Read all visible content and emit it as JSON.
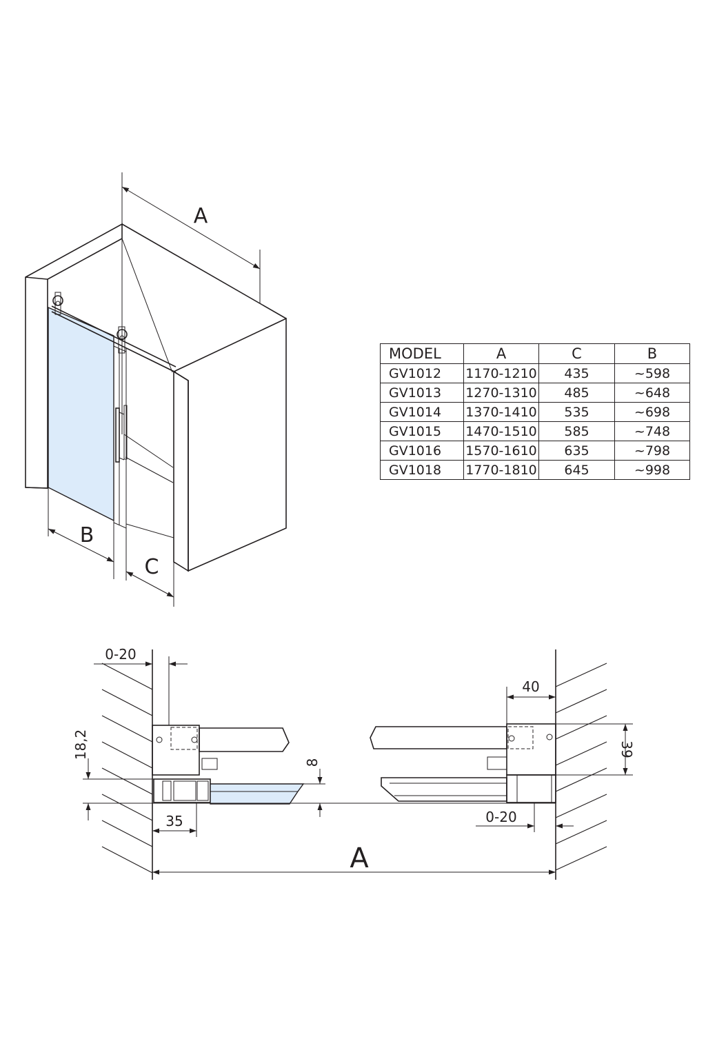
{
  "table": {
    "headers": [
      "MODEL",
      "A",
      "C",
      "B"
    ],
    "rows": [
      [
        "GV1012",
        "1170-1210",
        "435",
        "~598"
      ],
      [
        "GV1013",
        "1270-1310",
        "485",
        "~648"
      ],
      [
        "GV1014",
        "1370-1410",
        "535",
        "~698"
      ],
      [
        "GV1015",
        "1470-1510",
        "585",
        "~748"
      ],
      [
        "GV1016",
        "1570-1610",
        "635",
        "~798"
      ],
      [
        "GV1018",
        "1770-1810",
        "645",
        "~998"
      ]
    ]
  },
  "iso_view": {
    "label_a": "A",
    "label_b": "B",
    "label_c": "C"
  },
  "plan_view": {
    "gap_left": "0-20",
    "height_left": "18,2",
    "depth_35": "35",
    "glass_8": "8",
    "width_40": "40",
    "height_39": "39",
    "gap_right": "0-20",
    "overall": "A"
  },
  "colors": {
    "glass": "#dcebfa",
    "line": "#231f20"
  }
}
